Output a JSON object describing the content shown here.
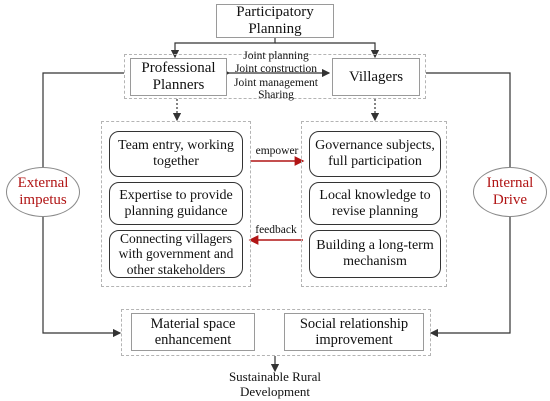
{
  "top_box": {
    "text": "Participatory Planning"
  },
  "actors": {
    "left": "Professional Planners",
    "right": "Villagers",
    "joint_items": [
      "Joint planning",
      "Joint construction",
      "Joint management",
      "Sharing"
    ]
  },
  "planner_roles": [
    "Team entry, working together",
    "Expertise to provide planning guidance",
    "Connecting villagers with government and other stakeholders"
  ],
  "villager_roles": [
    "Governance subjects, full participation",
    "Local knowledge to revise planning",
    "Building a long-term mechanism"
  ],
  "relations": {
    "empower": "empower",
    "feedback": "feedback"
  },
  "drivers": {
    "external": "External impetus",
    "internal": "Internal Drive"
  },
  "outcomes": [
    "Material space enhancement",
    "Social relationship improvement"
  ],
  "goal": "Sustainable Rural Development",
  "colors": {
    "accent_red": "#b11515",
    "dashed_border": "#b4b4b4"
  }
}
